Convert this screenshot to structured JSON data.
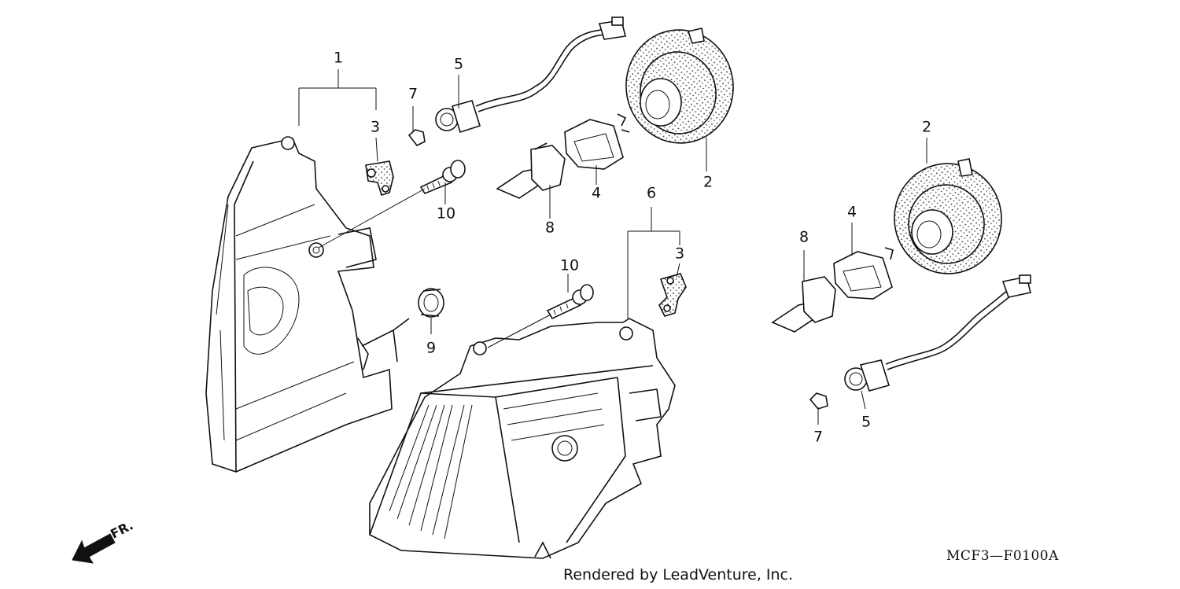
{
  "diagram": {
    "callouts": [
      {
        "id": "c1",
        "text": "1"
      },
      {
        "id": "c2a",
        "text": "2"
      },
      {
        "id": "c2b",
        "text": "2"
      },
      {
        "id": "c3a",
        "text": "3"
      },
      {
        "id": "c3b",
        "text": "3"
      },
      {
        "id": "c4a",
        "text": "4"
      },
      {
        "id": "c4b",
        "text": "4"
      },
      {
        "id": "c5a",
        "text": "5"
      },
      {
        "id": "c5b",
        "text": "5"
      },
      {
        "id": "c6",
        "text": "6"
      },
      {
        "id": "c7a",
        "text": "7"
      },
      {
        "id": "c7b",
        "text": "7"
      },
      {
        "id": "c8a",
        "text": "8"
      },
      {
        "id": "c8b",
        "text": "8"
      },
      {
        "id": "c9",
        "text": "9"
      },
      {
        "id": "c10a",
        "text": "10"
      },
      {
        "id": "c10b",
        "text": "10"
      }
    ],
    "diagram_code": "MCF3—F0100A",
    "direction_label": "FR.",
    "credit": "Rendered by LeadVenture, Inc."
  }
}
